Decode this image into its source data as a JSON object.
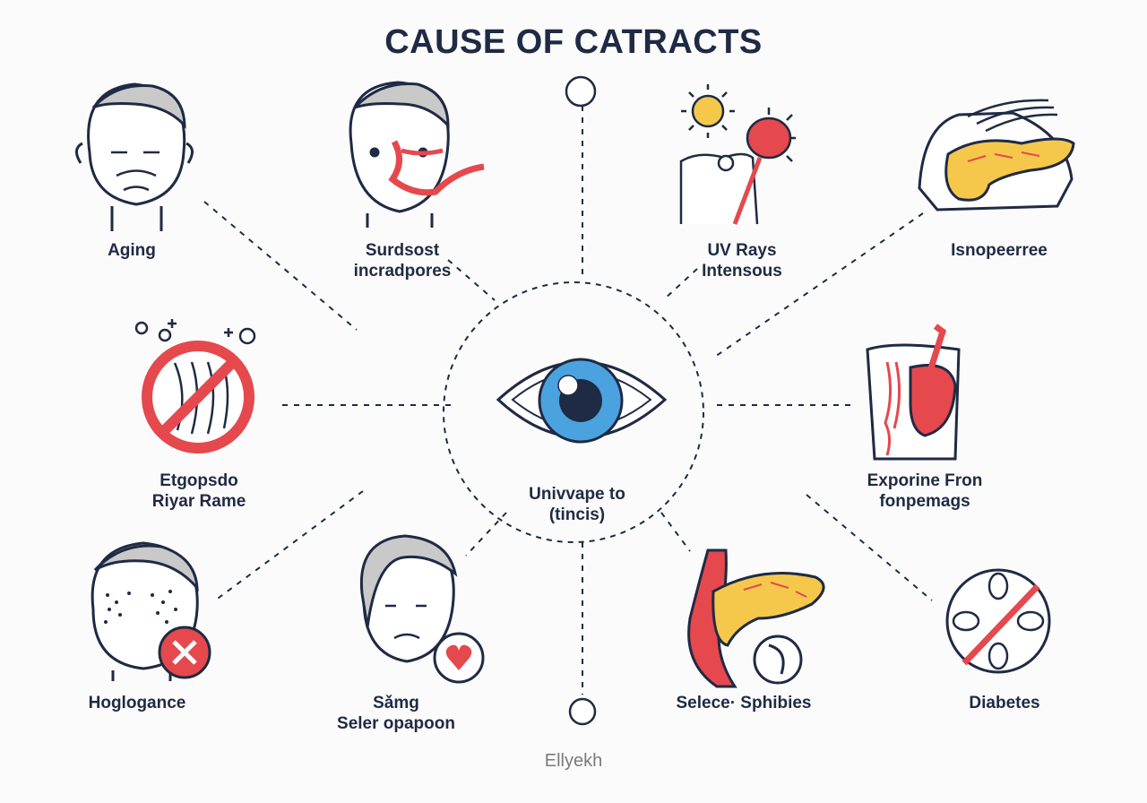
{
  "title": "CAUSE OF CATRACTS",
  "center": {
    "label_line1": "Univvape to",
    "label_line2": "(tincis)",
    "icon": "eye-icon"
  },
  "nodes": [
    {
      "id": "aging",
      "line1": "Aging",
      "line2": "",
      "icon": "elderly-face-icon"
    },
    {
      "id": "smoking",
      "line1": "Surdsost",
      "line2": "incradpores",
      "icon": "face-smoke-icon"
    },
    {
      "id": "uv-rays",
      "line1": "UV Rays",
      "line2": "Intensous",
      "icon": "sun-rays-icon"
    },
    {
      "id": "pancreas-top",
      "line1": "Isnopeerree",
      "line2": "",
      "icon": "pancreas-icon"
    },
    {
      "id": "no-drugs",
      "line1": "Etgopsdo",
      "line2": "Riyar Rame",
      "icon": "prohibited-icon"
    },
    {
      "id": "exposure",
      "line1": "Exporine Fron",
      "line2": "fonpemags",
      "icon": "stomach-icon"
    },
    {
      "id": "skin",
      "line1": "Hoglogance",
      "line2": "",
      "icon": "face-spots-icon"
    },
    {
      "id": "woman",
      "line1": "Sǎmg",
      "line2": "Seler opapoon",
      "icon": "woman-heart-icon"
    },
    {
      "id": "pancreas-bottom",
      "line1": "Selece· Sphibies",
      "line2": "",
      "icon": "pancreas-organ-icon"
    },
    {
      "id": "diabetes",
      "line1": "Diabetes",
      "line2": "",
      "icon": "crossed-cells-icon"
    }
  ],
  "footer": "Ellyekh",
  "colors": {
    "ink": "#1f2a44",
    "red": "#e5484d",
    "yellow": "#f5c84c",
    "blue": "#4aa3df",
    "gray": "#c9c9c9"
  }
}
